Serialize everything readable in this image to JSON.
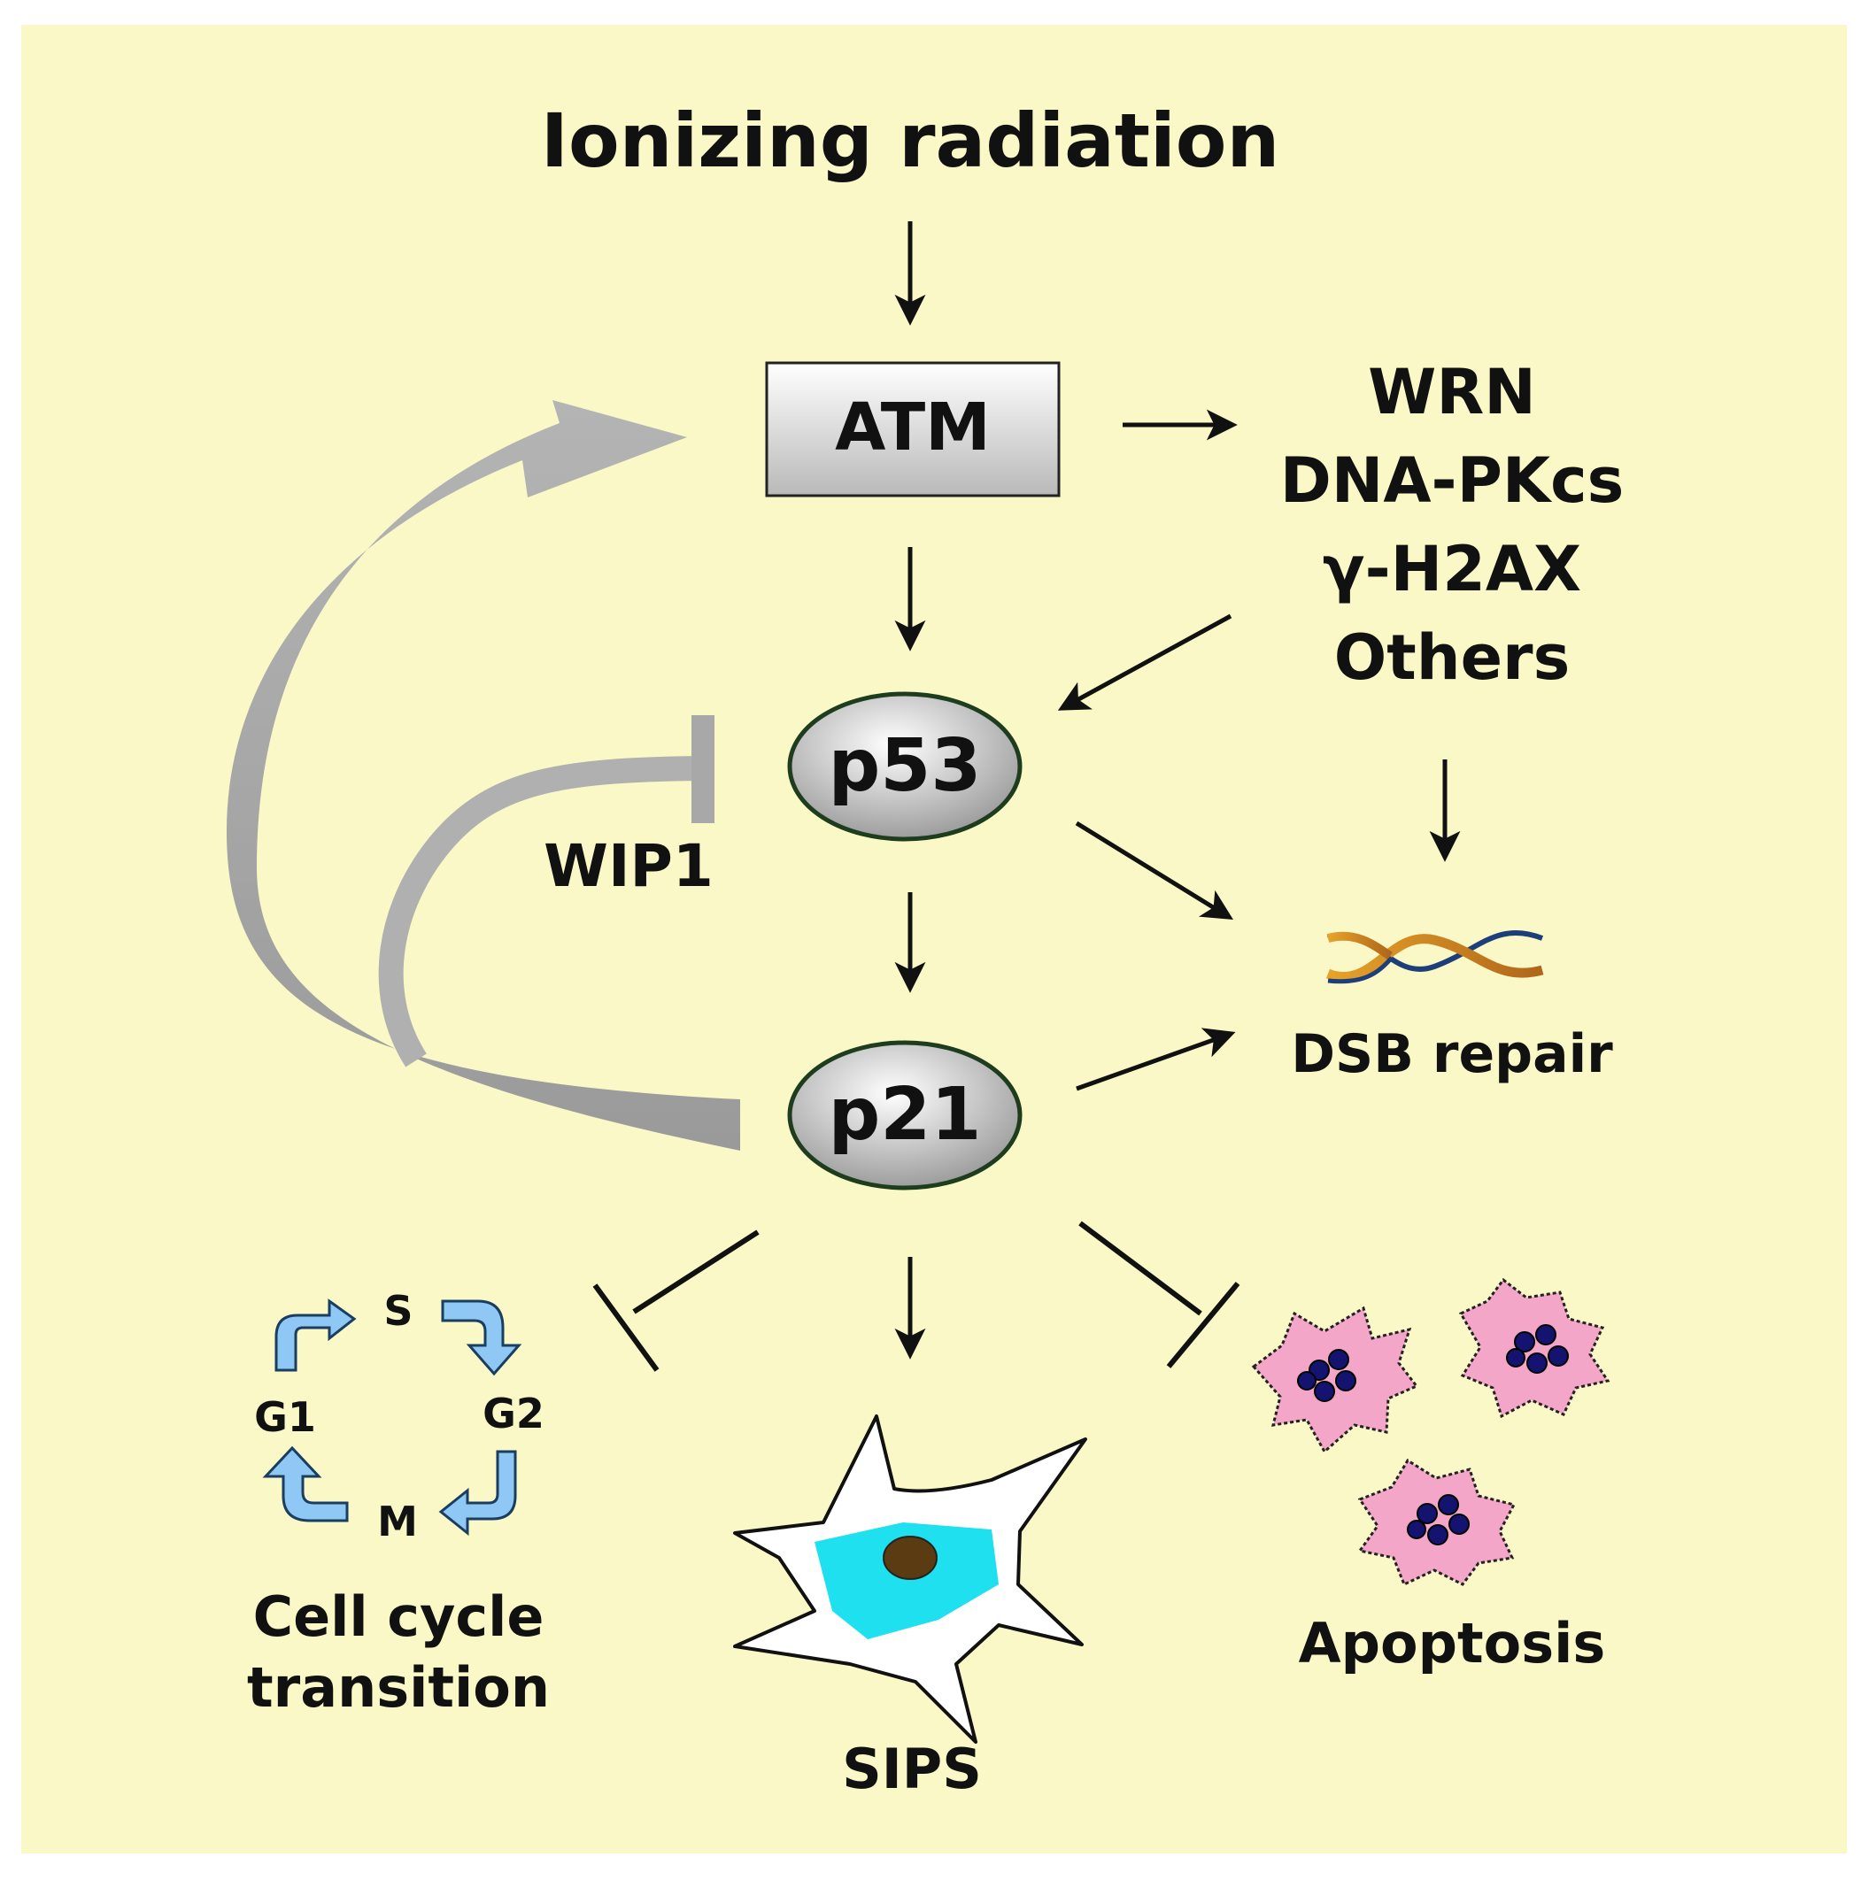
{
  "title": "Ionizing radiation",
  "nodes": {
    "atm": "ATM",
    "p53": "p53",
    "p21": "p21"
  },
  "atm_targets": [
    "WRN",
    "DNA-PKcs",
    "γ-H2AX",
    "Others"
  ],
  "wip1": "WIP1",
  "dsb_repair": "DSB repair",
  "cell_cycle": {
    "phases": [
      "S",
      "G2",
      "M",
      "G1"
    ],
    "label_line1": "Cell cycle",
    "label_line2": "transition"
  },
  "sips": "SIPS",
  "apoptosis": "Apoptosis",
  "colors": {
    "background": "#fbf8c8",
    "feedback_arrow": "#a8a8a8",
    "ellipse_border": "#1e3d1e",
    "cycle_arrow": "#8fc8f5",
    "cell_cytoplasm": "#1fe0ee",
    "nucleus": "#5a3b12",
    "apoptotic_body": "#f4a6c8",
    "apoptotic_nuclei": "#141470",
    "dna_strand_a": "#d08a20",
    "dna_strand_b": "#1c3f7a"
  }
}
